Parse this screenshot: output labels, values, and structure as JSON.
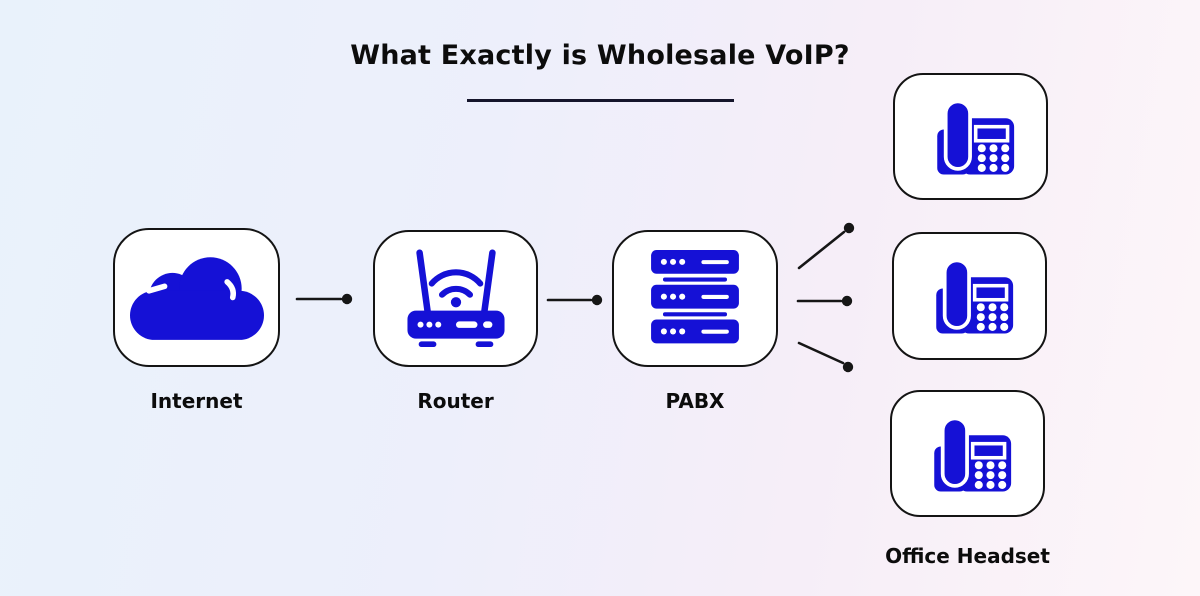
{
  "title": "What Exactly is Wholesale VoIP?",
  "nodes": {
    "internet": {
      "label": "Internet",
      "icon": "cloud-icon"
    },
    "router": {
      "label": "Router",
      "icon": "router-icon"
    },
    "pabx": {
      "label": "PABX",
      "icon": "server-stack-icon"
    },
    "endpoints": {
      "label": "Office Headset",
      "icon": "desk-phone-icon",
      "count": 3
    }
  },
  "connections": [
    {
      "from": "internet",
      "to": "router"
    },
    {
      "from": "router",
      "to": "pabx"
    },
    {
      "from": "pabx",
      "to": "office-headset-1"
    },
    {
      "from": "pabx",
      "to": "office-headset-2"
    },
    {
      "from": "pabx",
      "to": "office-headset-3"
    }
  ],
  "colors": {
    "icon_blue": "#1511d6",
    "line_dark": "#161616",
    "box_border": "#141414",
    "box_bg": "#ffffff",
    "text_dark": "#0c0c0c",
    "bg_blue": "#e9f2fb",
    "bg_pink": "#fdf6f9"
  }
}
